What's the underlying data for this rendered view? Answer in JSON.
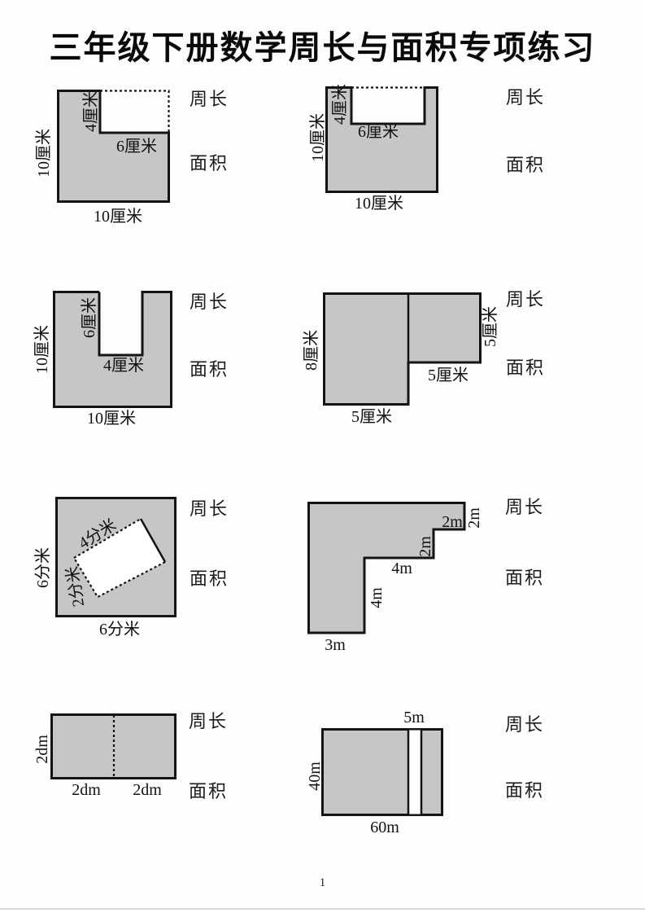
{
  "page": {
    "title": "三年级下册数学周长与面积专项练习",
    "page_number": "1"
  },
  "shared": {
    "perimeter": "周长",
    "area": "面积"
  },
  "colors": {
    "shape_fill": "#c6c6c6",
    "outline": "#141414",
    "divider": "#d8d8d8"
  },
  "questions": [
    {
      "shape": "square-with-top-right-corner-notch",
      "labels": {
        "side_left": "10厘米",
        "side_bottom": "10厘米",
        "notch_depth": "4厘米",
        "notch_width": "6厘米"
      }
    },
    {
      "shape": "square-with-top-middle-notch",
      "labels": {
        "side_left": "10厘米",
        "side_bottom": "10厘米",
        "notch_depth": "4厘米",
        "notch_width": "6厘米"
      }
    },
    {
      "shape": "square-with-deep-top-notch",
      "labels": {
        "side_left": "10厘米",
        "side_bottom": "10厘米",
        "notch_depth": "6厘米",
        "notch_width": "4厘米"
      }
    },
    {
      "shape": "l-shape-two-rectangles",
      "labels": {
        "left_height": "8厘米",
        "left_bottom": "5厘米",
        "right_height": "5厘米",
        "right_bottom": "5厘米"
      }
    },
    {
      "shape": "square-with-rotated-inner-rectangle",
      "labels": {
        "side_left": "6分米",
        "side_bottom": "6分米",
        "inner_long": "4分米",
        "inner_short": "2分米"
      }
    },
    {
      "shape": "staircase-polygon",
      "labels": {
        "step_top": "2m",
        "right_edge": "2m",
        "step_mid": "2m",
        "mid_width": "4m",
        "mid_height": "4m",
        "bottom": "3m"
      }
    },
    {
      "shape": "rectangle-split-by-dashed-line",
      "labels": {
        "side_left": "2dm",
        "bottom_left": "2dm",
        "bottom_right": "2dm"
      }
    },
    {
      "shape": "rectangle-with-vertical-path",
      "labels": {
        "strip_width": "5m",
        "side_left": "40m",
        "side_bottom": "60m"
      }
    }
  ]
}
